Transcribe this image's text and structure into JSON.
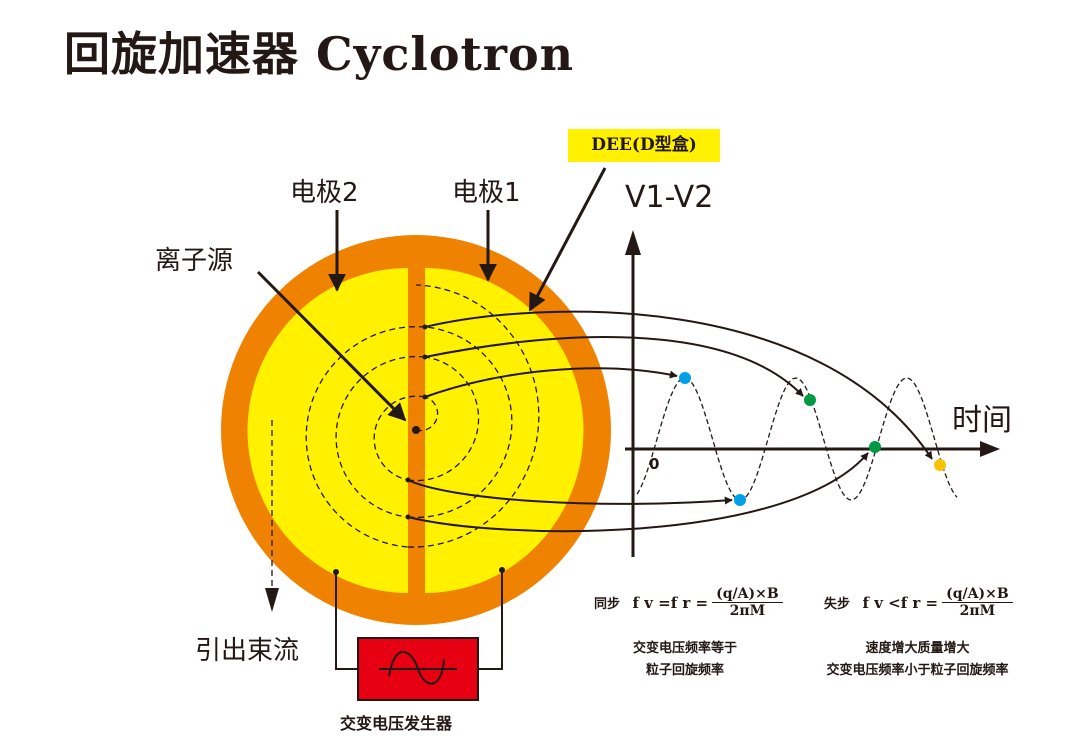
{
  "title": "回旋加速器  Cyclotron",
  "labels": {
    "electrode2": "电极2",
    "electrode1": "电极1",
    "ion_source": "离子源",
    "dee": "DEE(D型盒)",
    "y_axis": "V1-V2",
    "x_axis": "时间",
    "origin": "0",
    "beam_out": "引出束流",
    "generator": "交变电压发生器"
  },
  "sync": {
    "name": "同步",
    "relation": "f v =f r =",
    "numerator": "(q/A)×B",
    "denominator": "2πM",
    "note_line1": "交变电压频率等于",
    "note_line2": "粒子回旋频率"
  },
  "async": {
    "name": "失步",
    "relation": "f v <f r =",
    "numerator": "(q/A)×B",
    "denominator": "2πM",
    "note_line1": "速度增大质量增大",
    "note_line2": "交变电压频率小于粒子回旋频率"
  },
  "colors": {
    "orange": "#ef8200",
    "yellow": "#fff100",
    "red": "#e60012",
    "blue": "#00a0e9",
    "green": "#009944",
    "gold": "#f8c400",
    "ink": "#231815"
  }
}
